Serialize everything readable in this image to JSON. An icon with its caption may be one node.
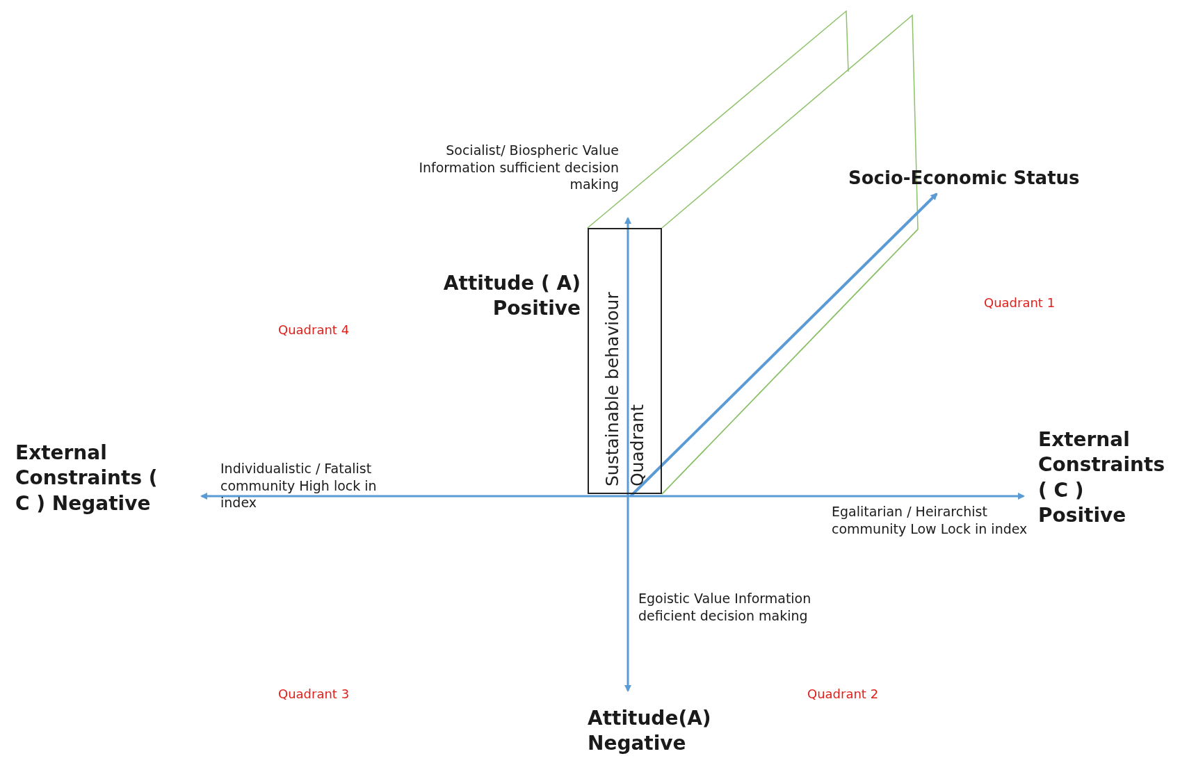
{
  "diagram": {
    "nodes": [
      {
        "text": [
          "Sustainable behaviour Quadrant"
        ]
      }
    ],
    "labels": [
      "Socialist/ Biospheric Value Information sufficient decision making",
      "Socio-Economic Status",
      "Attitude ( A) Positive",
      "Quadrant 1",
      "Quadrant 4",
      "External Constraints ( C ) Negative",
      "Individualistic / Fatalist community High lock in index",
      "Egalitarian / Heirarchist community Low Lock in index",
      "External Constraints ( C ) Positive",
      "Egoistic Value Information deficient decision making",
      "Quadrant 3",
      "Quadrant 2",
      "Attitude(A) Negative"
    ]
  }
}
